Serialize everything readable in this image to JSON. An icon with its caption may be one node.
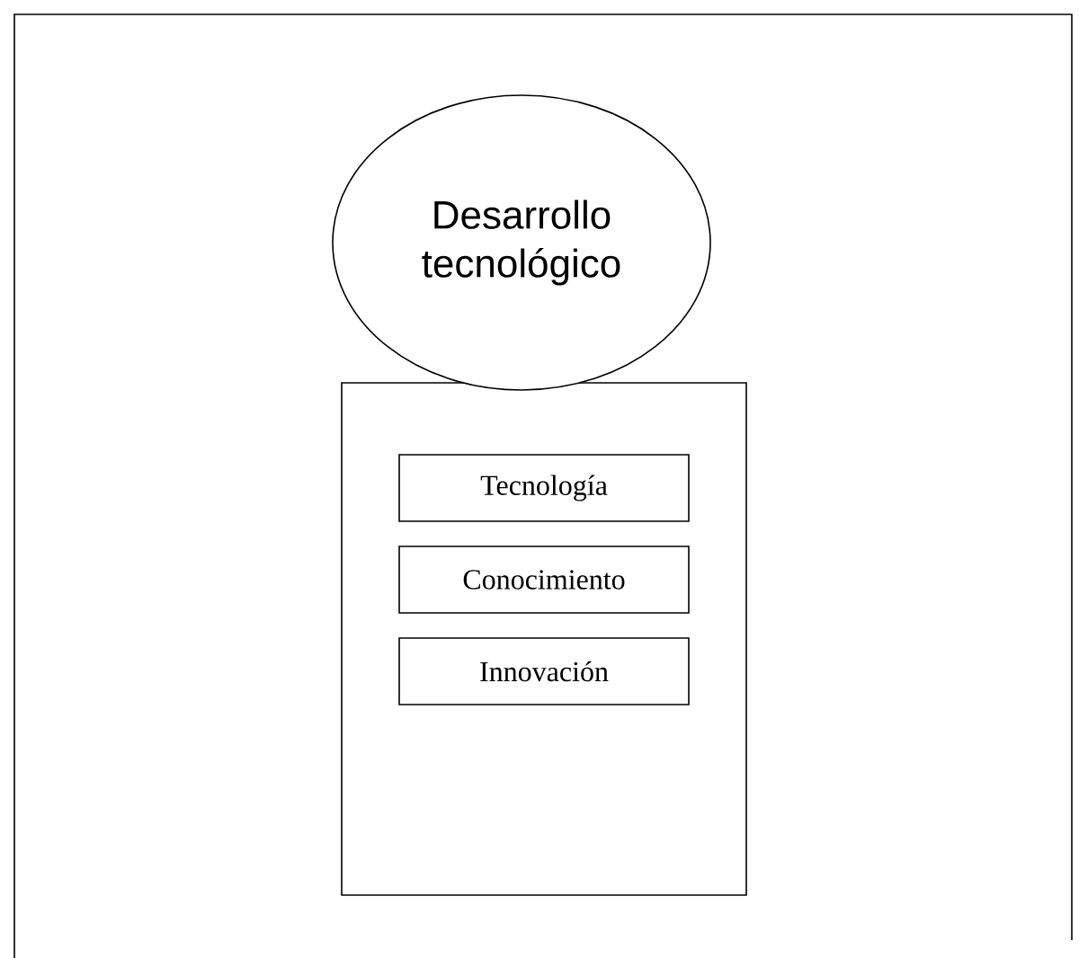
{
  "diagram": {
    "nodes": [
      {
        "text": [
          "Desarrollo tecnológico"
        ]
      },
      {
        "text": [],
        "shape": "box"
      },
      {
        "text": [
          "Tecnología"
        ],
        "in": 1
      },
      {
        "text": [
          "Conocimiento"
        ],
        "in": 1
      },
      {
        "text": [
          "Innovación"
        ],
        "in": 1
      }
    ]
  }
}
